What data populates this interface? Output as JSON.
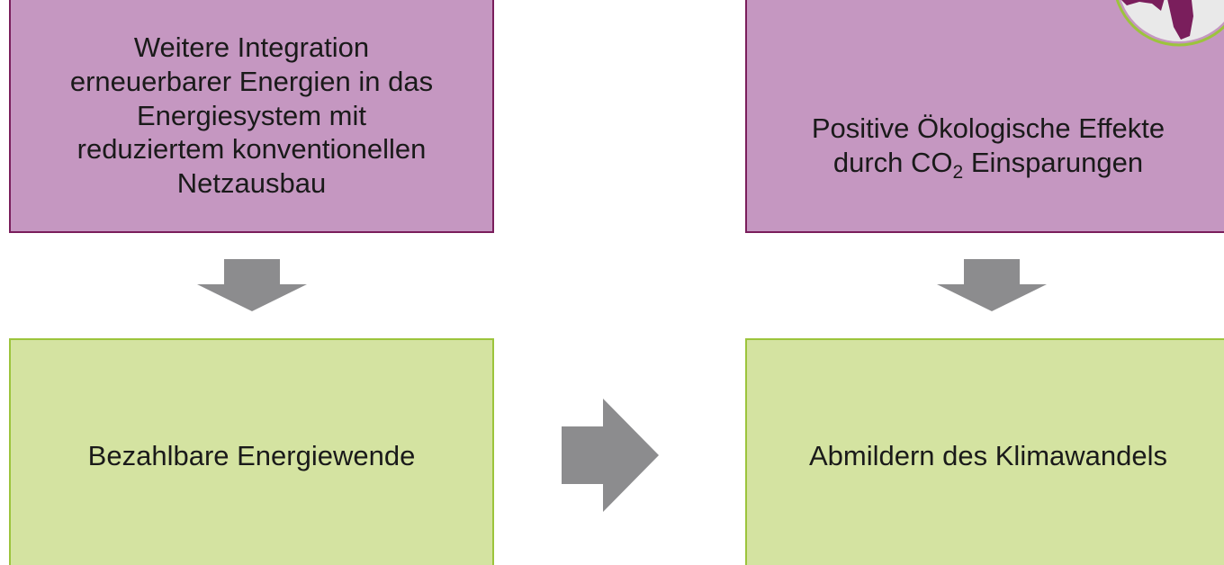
{
  "diagram": {
    "top_left": {
      "text": "Weitere Integration\nerneuerbarer Energien in das\nEnergiesystem mit\nreduziertem konventionellen\nNetzausbau"
    },
    "top_right": {
      "line1": "Positive Ökologische Effekte",
      "line2_prefix": "durch CO",
      "line2_sub": "2",
      "line2_suffix": " Einsparungen"
    },
    "bottom_left": {
      "text": "Bezahlbare Energiewende"
    },
    "bottom_right": {
      "text": "Abmildern des Klimawandels"
    }
  },
  "colors": {
    "purple_fill": "#c597c1",
    "purple_border": "#7a1e5c",
    "green_fill": "#d4e3a1",
    "green_border": "#9cc43c",
    "arrow": "#8c8c8e",
    "globe_continent": "#7a1e5c"
  },
  "icons": {
    "globe": "globe-icon",
    "arrows": "block-arrow-icon"
  }
}
